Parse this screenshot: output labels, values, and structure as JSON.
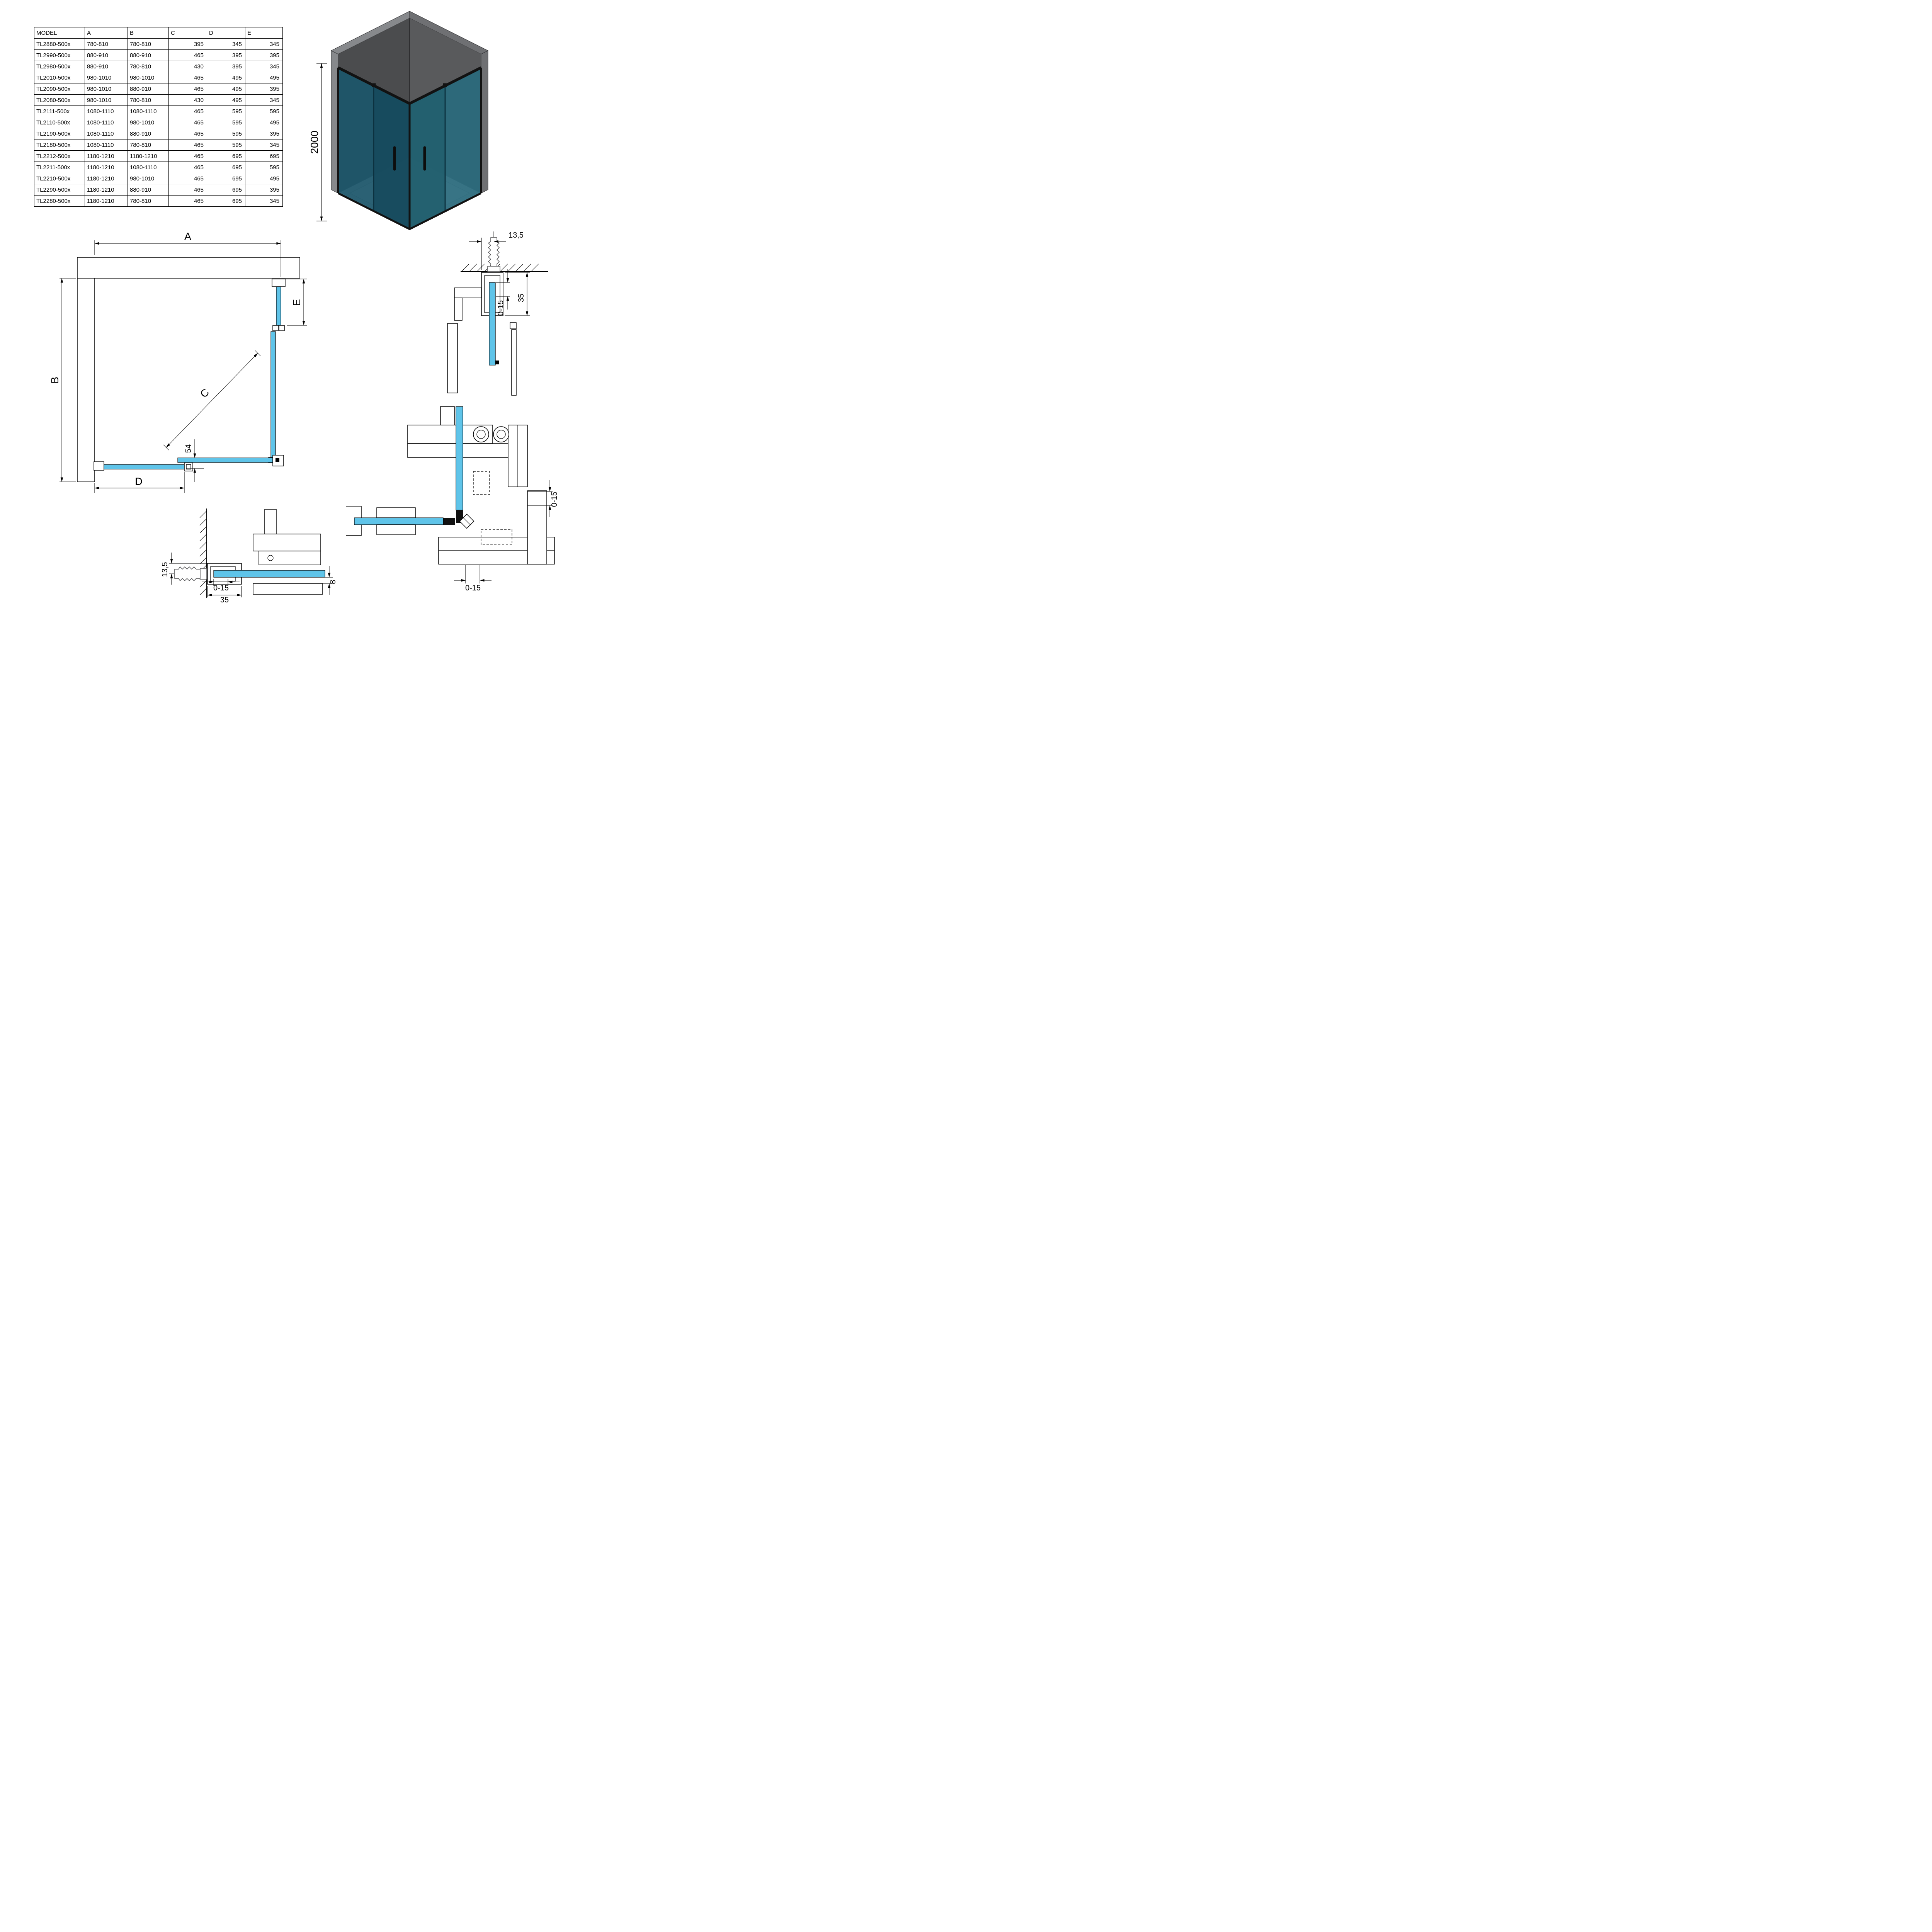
{
  "table": {
    "headers": [
      "MODEL",
      "A",
      "B",
      "C",
      "D",
      "E"
    ],
    "rows": [
      [
        "TL2880-500x",
        "780-810",
        "780-810",
        "395",
        "345",
        "345"
      ],
      [
        "TL2990-500x",
        "880-910",
        "880-910",
        "465",
        "395",
        "395"
      ],
      [
        "TL2980-500x",
        "880-910",
        "780-810",
        "430",
        "395",
        "345"
      ],
      [
        "TL2010-500x",
        "980-1010",
        "980-1010",
        "465",
        "495",
        "495"
      ],
      [
        "TL2090-500x",
        "980-1010",
        "880-910",
        "465",
        "495",
        "395"
      ],
      [
        "TL2080-500x",
        "980-1010",
        "780-810",
        "430",
        "495",
        "345"
      ],
      [
        "TL2111-500x",
        "1080-1110",
        "1080-1110",
        "465",
        "595",
        "595"
      ],
      [
        "TL2110-500x",
        "1080-1110",
        "980-1010",
        "465",
        "595",
        "495"
      ],
      [
        "TL2190-500x",
        "1080-1110",
        "880-910",
        "465",
        "595",
        "395"
      ],
      [
        "TL2180-500x",
        "1080-1110",
        "780-810",
        "465",
        "595",
        "345"
      ],
      [
        "TL2212-500x",
        "1180-1210",
        "1180-1210",
        "465",
        "695",
        "695"
      ],
      [
        "TL2211-500x",
        "1180-1210",
        "1080-1110",
        "465",
        "695",
        "595"
      ],
      [
        "TL2210-500x",
        "1180-1210",
        "980-1010",
        "465",
        "695",
        "495"
      ],
      [
        "TL2290-500x",
        "1180-1210",
        "880-910",
        "465",
        "695",
        "395"
      ],
      [
        "TL2280-500x",
        "1180-1210",
        "780-810",
        "465",
        "695",
        "345"
      ]
    ]
  },
  "iso_view": {
    "height_dim": "2000"
  },
  "plan_view": {
    "dim_a": "A",
    "dim_b": "B",
    "dim_c": "C",
    "dim_d": "D",
    "dim_e": "E",
    "dim_offset": "54"
  },
  "wall_detail_vertical": {
    "dim_plug": "13,5",
    "dim_adjust": "0-15",
    "dim_depth": "35"
  },
  "wall_detail_horizontal": {
    "dim_plug": "13,5",
    "dim_adjust": "0-15",
    "dim_depth": "35",
    "dim_gap": "8"
  },
  "corner_detail": {
    "dim_adjust_v": "0-15",
    "dim_adjust_h": "0-15"
  },
  "colors": {
    "glass_blue": "#5fc4e9",
    "glass_dark_left": "#1c566a",
    "glass_dark_right": "#2a6a7d",
    "wall_dark": "#4b4c4e",
    "wall_mid": "#595a5c",
    "wall_light": "#87898c"
  }
}
